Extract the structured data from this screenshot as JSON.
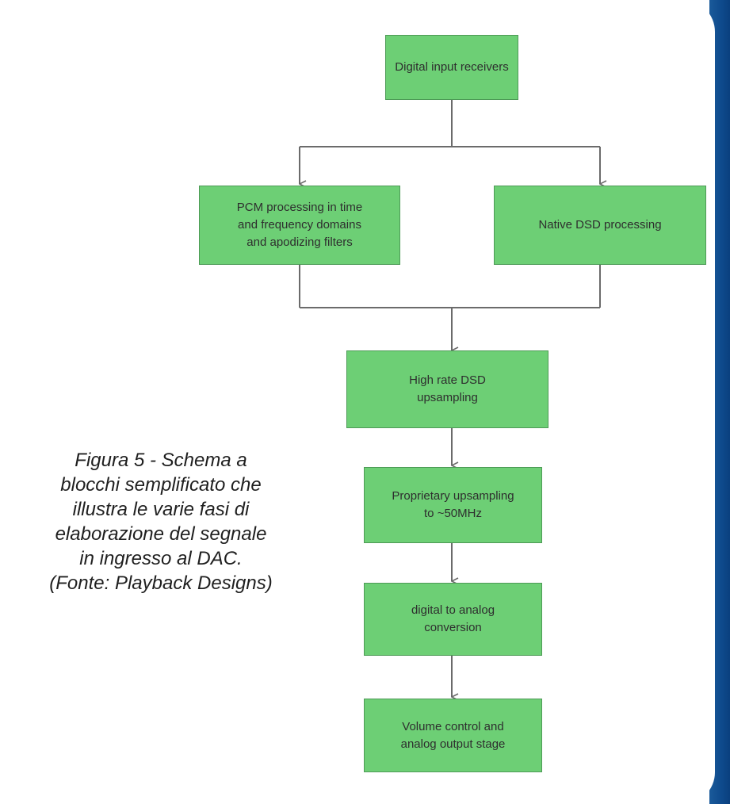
{
  "diagram": {
    "nodes": [
      {
        "id": "receivers",
        "label": "Digital input receivers"
      },
      {
        "id": "pcm",
        "label": "PCM processing in time\nand frequency domains\nand apodizing filters"
      },
      {
        "id": "dsd",
        "label": "Native DSD processing"
      },
      {
        "id": "upsampling_dsd",
        "label": "High rate DSD\nupsampling"
      },
      {
        "id": "upsampling_prop",
        "label": "Proprietary upsampling\nto ~50MHz"
      },
      {
        "id": "dac",
        "label": "digital to analog\nconversion"
      },
      {
        "id": "output",
        "label": "Volume control and\nanalog output stage"
      }
    ],
    "edges": [
      {
        "from": "receivers",
        "to": "pcm"
      },
      {
        "from": "receivers",
        "to": "dsd"
      },
      {
        "from": "pcm",
        "to": "upsampling_dsd"
      },
      {
        "from": "dsd",
        "to": "upsampling_dsd"
      },
      {
        "from": "upsampling_dsd",
        "to": "upsampling_prop"
      },
      {
        "from": "upsampling_prop",
        "to": "dac"
      },
      {
        "from": "dac",
        "to": "output"
      }
    ]
  },
  "caption": "Figura 5 - Schema a\nblocchi semplificato che\nillustra le varie fasi di\nelaborazione del segnale\nin ingresso al DAC.\n(Fonte: Playback Designs)",
  "colors": {
    "box_fill": "#6dcf75",
    "box_border": "#4d9a56",
    "connector": "#6b6b6b",
    "side_band": "#0e4a8c"
  }
}
